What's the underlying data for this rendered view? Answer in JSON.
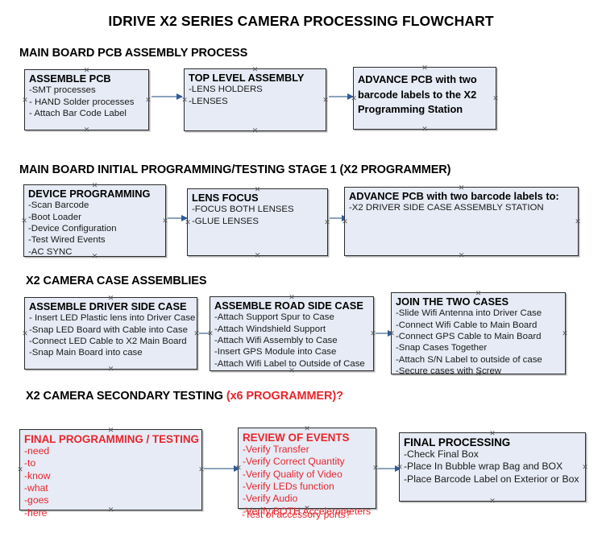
{
  "document": {
    "title": "IDRIVE X2  SERIES CAMERA PROCESSING FLOWCHART"
  },
  "sections": [
    {
      "id": "main-board-pcb-assembly",
      "heading": "MAIN BOARD PCB ASSEMBLY PROCESS",
      "heading_accent": "",
      "nodes": [
        {
          "id": "assemble-pcb",
          "title": "ASSEMBLE PCB",
          "lines": [
            "-SMT processes",
            "- HAND Solder processes",
            "- Attach Bar Code Label"
          ]
        },
        {
          "id": "top-level-assembly",
          "title": "TOP LEVEL ASSEMBLY",
          "lines": [
            "-LENS HOLDERS",
            "-LENSES"
          ]
        },
        {
          "id": "advance-pcb-programming-station",
          "title": "ADVANCE PCB with two barcode labels to the  X2 Programming Station",
          "lines": []
        }
      ]
    },
    {
      "id": "main-board-initial-programming",
      "heading": "MAIN BOARD INITIAL PROGRAMMING/TESTING STAGE 1 (X2 PROGRAMMER)",
      "heading_accent": "",
      "nodes": [
        {
          "id": "device-programming",
          "title": "DEVICE PROGRAMMING",
          "lines": [
            "-Scan Barcode",
            "-Boot Loader",
            "-Device Configuration",
            "-Test Wired Events",
            "-AC SYNC"
          ]
        },
        {
          "id": "lens-focus",
          "title": "LENS FOCUS",
          "lines": [
            "-FOCUS BOTH LENSES",
            "-GLUE LENSES"
          ]
        },
        {
          "id": "advance-pcb-driver-side-case",
          "title": "ADVANCE PCB with two barcode labels to:",
          "lines": [
            "-X2 DRIVER  SIDE  CASE  ASSEMBLY STATION"
          ]
        }
      ]
    },
    {
      "id": "x2-camera-case-assemblies",
      "heading": "X2 CAMERA CASE ASSEMBLIES",
      "heading_accent": "",
      "nodes": [
        {
          "id": "assemble-driver-side-case",
          "title": "ASSEMBLE DRIVER SIDE CASE",
          "lines": [
            "- Insert LED Plastic lens into Driver Case",
            "-Snap LED Board with Cable into Case",
            "-Connect LED Cable to X2 Main Board",
            "-Snap Main Board into case"
          ]
        },
        {
          "id": "assemble-road-side-case",
          "title": "ASSEMBLE ROAD SIDE CASE",
          "lines": [
            "-Attach Support Spur to Case",
            "-Attach Windshield Support",
            "-Attach Wifi Assembly to Case",
            "-Insert GPS Module into Case",
            "-Attach Wifi Label to Outside of Case"
          ]
        },
        {
          "id": "join-the-two-cases",
          "title": "JOIN THE TWO CASES",
          "lines": [
            "-Slide Wifi Antenna into Driver Case",
            "-Connect Wifi Cable to Main Board",
            "-Connect GPS Cable to Main Board",
            "-Snap Cases Together",
            "-Attach S/N Label to outside of case",
            "-Secure cases with Screw"
          ]
        }
      ]
    },
    {
      "id": "x2-camera-secondary-testing",
      "heading": "X2 CAMERA SECONDARY TESTING ",
      "heading_accent": "(x6 PROGRAMMER)?",
      "nodes": [
        {
          "id": "final-programming-testing",
          "title": "FINAL PROGRAMMING / TESTING",
          "lines": [
            "-need",
            "-to",
            "-know",
            "-what",
            "-goes",
            "-here"
          ]
        },
        {
          "id": "review-of-events",
          "title": "REVIEW OF EVENTS",
          "lines": [
            "-Verify Transfer",
            "-Verify Correct Quantity",
            "-Verify Quality of Video",
            "-Verify LEDs function",
            "-Verify Audio",
            "-Verify BOTH Accelerometers"
          ],
          "overflow_line": "-Test of accessory ports?"
        },
        {
          "id": "final-processing",
          "title": "FINAL PROCESSING",
          "lines": [
            " -Check Final Box",
            "-Place In Bubble wrap Bag and BOX",
            "-Place Barcode Label on Exterior or Box"
          ]
        }
      ]
    }
  ],
  "colors": {
    "node_fill": "#e6ebf5",
    "node_border": "#2b2b2b",
    "text": "#000000",
    "accent_red": "#e8252c",
    "connector_line": "#8ba3bd",
    "connector_head": "#2f5b9c"
  }
}
